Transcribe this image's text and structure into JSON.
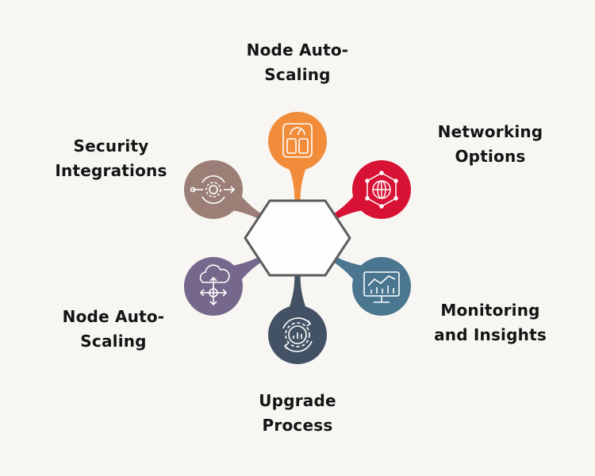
{
  "colors": {
    "background": "#f8f6f2",
    "orange": "#f08c3a",
    "red": "#d71235",
    "blue": "#4a7690",
    "navy": "#425264",
    "purple": "#75688c",
    "taupe": "#9b7f76"
  },
  "nodes": [
    {
      "id": "top",
      "color": "#f08c3a",
      "icon": "scale-icon",
      "label": [
        "Node Auto-",
        "Scaling"
      ]
    },
    {
      "id": "upper-right",
      "color": "#d71235",
      "icon": "globe-network-icon",
      "label": [
        "Networking",
        "Options"
      ]
    },
    {
      "id": "lower-right",
      "color": "#4a7690",
      "icon": "monitor-chart-icon",
      "label": [
        "Monitoring",
        "and Insights"
      ]
    },
    {
      "id": "bottom",
      "color": "#425264",
      "icon": "gear-cycle-icon",
      "label": [
        "Upgrade",
        "Process"
      ]
    },
    {
      "id": "lower-left",
      "color": "#75688c",
      "icon": "cloud-arrows-icon",
      "label": [
        "Node Auto-",
        "Scaling"
      ]
    },
    {
      "id": "upper-left",
      "color": "#9b7f76",
      "icon": "gear-flow-icon",
      "label": [
        "Security",
        "Integrations"
      ]
    }
  ]
}
